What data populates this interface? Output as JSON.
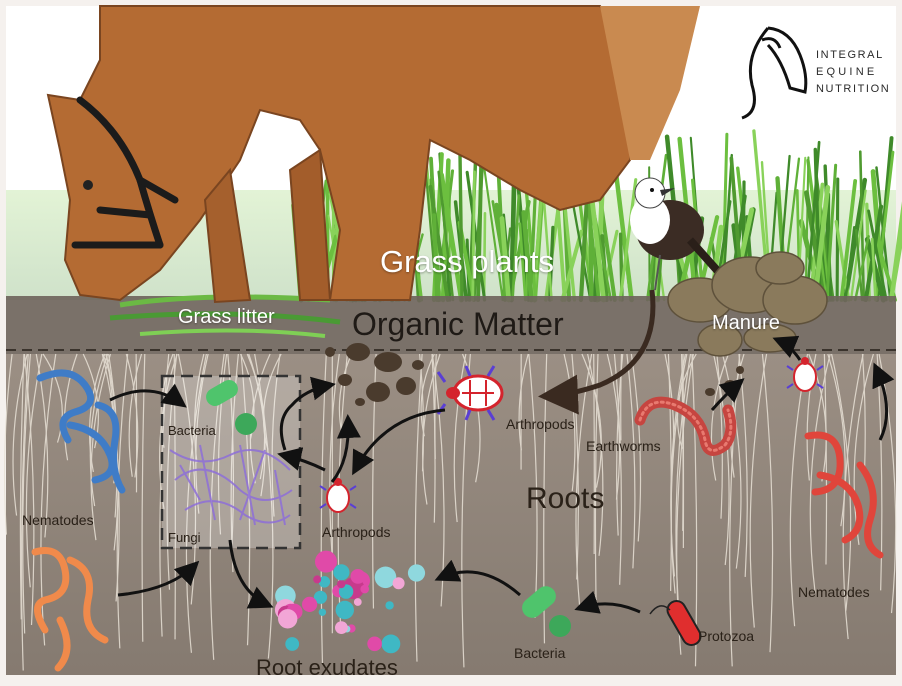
{
  "brand": {
    "line1": "INTEGRAL",
    "line2": "EQUINE",
    "line3": "NUTRITION"
  },
  "labels": {
    "grass_plants": "Grass plants",
    "grass_litter": "Grass litter",
    "organic_matter": "Organic Matter",
    "manure": "Manure",
    "bacteria_top": "Bacteria",
    "fungi": "Fungi",
    "nematodes_left": "Nematodes",
    "arthropods_center": "Arthropods",
    "arthropods_right": "Arthropods",
    "earthworms": "Earthworms",
    "roots": "Roots",
    "nematodes_right": "Nematodes",
    "root_exudates": "Root exudates",
    "bacteria_bottom": "Bacteria",
    "protozoa": "Protozoa"
  },
  "icons": {
    "horse": "horse-illustration",
    "bird": "bird-icon",
    "logo": "horse-head-logo-icon",
    "manure": "manure-icon",
    "bacteria": "bacteria-icon",
    "fungi": "fungi-hyphae-icon",
    "nematode": "nematode-icon",
    "arthropod": "beetle-icon",
    "earthworm": "earthworm-icon",
    "protozoa": "protozoa-icon"
  },
  "colors": {
    "soil": "#8f8479",
    "organic_band": "#6f655c",
    "grass": "#5fa83a",
    "horse": "#b46b33",
    "nematode_blue": "#3f7cc7",
    "nematode_red": "#e0453b",
    "nematode_orange": "#f08a4b",
    "bacteria_green": "#4fc46c",
    "fungi_purple": "#8e6fd8",
    "exudate_pink": "#e04aa8",
    "exudate_teal": "#3fb8c4",
    "arrow": "#111111"
  }
}
